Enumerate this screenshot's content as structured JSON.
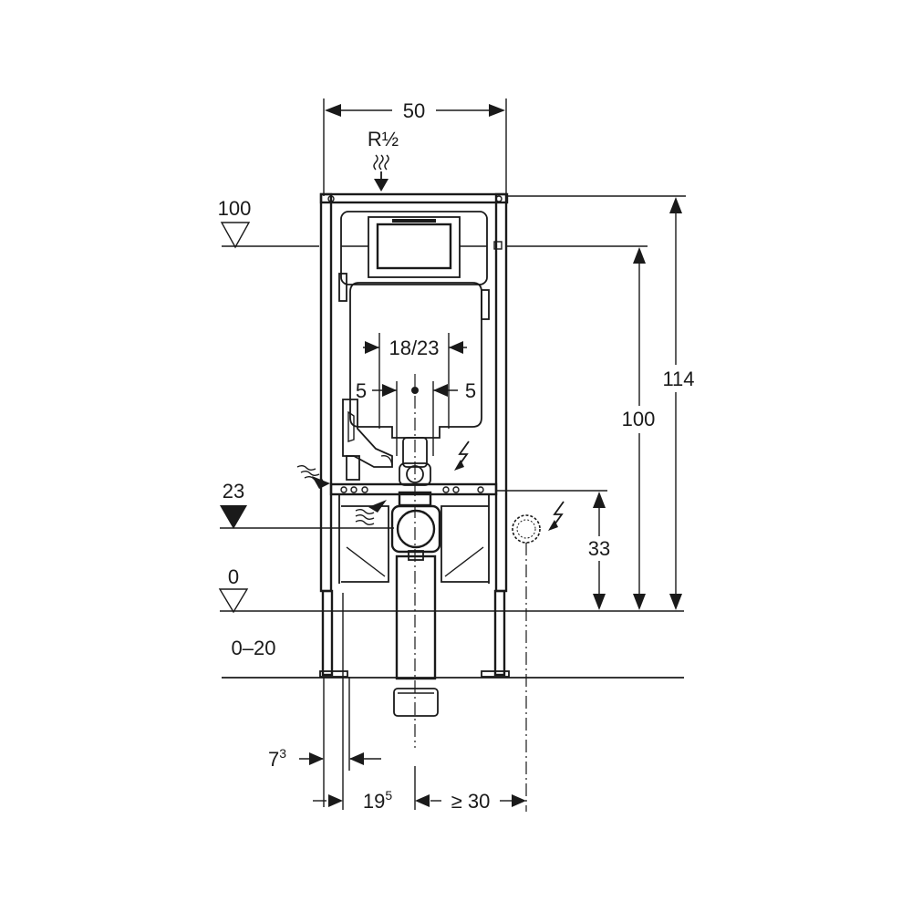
{
  "dimensions": {
    "top_width": "50",
    "water_connection": "R½",
    "level_100_marker": "100",
    "level_23_marker": "23",
    "level_0_marker": "0",
    "floor_range": "0–20",
    "flush_spacing": "18/23",
    "spacing_left": "5",
    "spacing_right": "5",
    "height_total": "114",
    "height_cistern": "100",
    "height_socket": "33",
    "leg_offset_base": "7",
    "leg_offset_sup": "3",
    "axis_offset_base": "19",
    "axis_offset_sup": "5",
    "min_distance": "≥ 30"
  },
  "colors": {
    "line": "#1a1a1a",
    "background": "#ffffff"
  },
  "icons": [
    "water-supply-icon",
    "electrical-icon",
    "power-socket-icon",
    "waste-water-icon"
  ]
}
